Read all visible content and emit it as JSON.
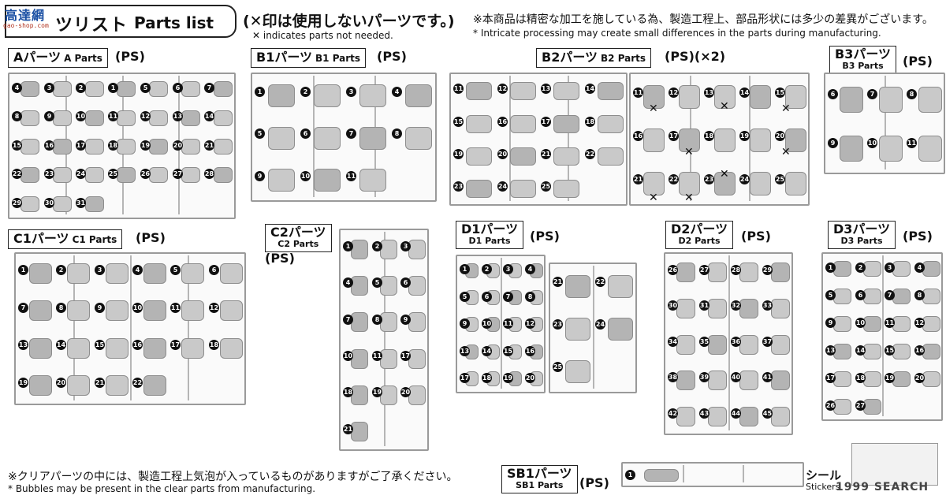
{
  "logo": {
    "kanji": "高達網",
    "url": "gao-shop.com"
  },
  "header": {
    "title_jp": "ツリスト",
    "title_en": "Parts list",
    "note_x_jp": "(✕印は使用しないパーツです。)",
    "note_x_en": "✕ indicates parts not needed.",
    "note_mfg_jp": "※本商品は精密な加工を施している為、製造工程上、部品形状には多少の差異がございます。",
    "note_mfg_en": "* Intricate processing may create small differences in the parts during manufacturing."
  },
  "sections": {
    "a": {
      "label_jp": "Aパーツ",
      "label_en": "A Parts",
      "material": "(PS)",
      "numbers": [
        "4",
        "3",
        "2",
        "1",
        "5",
        "6",
        "7",
        "8",
        "9",
        "10",
        "11",
        "12",
        "13",
        "14",
        "15",
        "16",
        "17",
        "18",
        "19",
        "20",
        "21",
        "22",
        "23",
        "24",
        "25",
        "26",
        "27",
        "28",
        "29",
        "30",
        "31"
      ]
    },
    "b1": {
      "label_jp": "B1パーツ",
      "label_en": "B1 Parts",
      "material": "(PS)",
      "numbers": [
        "1",
        "2",
        "3",
        "4",
        "5",
        "6",
        "7",
        "8",
        "9",
        "10",
        "11"
      ]
    },
    "b2": {
      "label_jp": "B2パーツ",
      "label_en": "B2 Parts",
      "material": "(PS)(×2)",
      "numbers": [
        "11",
        "12",
        "13",
        "14",
        "15",
        "16",
        "17",
        "18",
        "19",
        "20",
        "21",
        "22",
        "23",
        "24",
        "25"
      ]
    },
    "b3": {
      "label_jp": "B3パーツ",
      "label_en": "B3 Parts",
      "material": "(PS)",
      "numbers": [
        "6",
        "7",
        "8",
        "9",
        "10",
        "11"
      ]
    },
    "c1": {
      "label_jp": "C1パーツ",
      "label_en": "C1 Parts",
      "material": "(PS)",
      "numbers": [
        "1",
        "2",
        "3",
        "4",
        "5",
        "6",
        "7",
        "8",
        "9",
        "10",
        "11",
        "12",
        "13",
        "14",
        "15",
        "16",
        "17",
        "18",
        "19",
        "20",
        "21",
        "22"
      ]
    },
    "c2": {
      "label_jp": "C2パーツ",
      "label_en": "C2 Parts",
      "material": "(PS)",
      "numbers": [
        "1",
        "2",
        "3",
        "4",
        "5",
        "6",
        "7",
        "8",
        "9",
        "10",
        "11",
        "17",
        "18",
        "19",
        "20",
        "21"
      ]
    },
    "d1": {
      "label_jp": "D1パーツ",
      "label_en": "D1 Parts",
      "material": "(PS)",
      "numbers": [
        "1",
        "2",
        "3",
        "4",
        "5",
        "6",
        "7",
        "8",
        "9",
        "10",
        "11",
        "12",
        "13",
        "14",
        "15",
        "16",
        "17",
        "18",
        "19",
        "20",
        "21",
        "22",
        "23",
        "24",
        "25"
      ]
    },
    "d2": {
      "label_jp": "D2パーツ",
      "label_en": "D2 Parts",
      "material": "(PS)",
      "numbers": [
        "26",
        "27",
        "28",
        "29",
        "30",
        "31",
        "32",
        "33",
        "34",
        "35",
        "36",
        "37",
        "38",
        "39",
        "40",
        "41",
        "42",
        "43",
        "44",
        "45"
      ]
    },
    "d3": {
      "label_jp": "D3パーツ",
      "label_en": "D3 Parts",
      "material": "(PS)",
      "numbers": [
        "1",
        "2",
        "3",
        "4",
        "5",
        "6",
        "7",
        "8",
        "9",
        "10",
        "11",
        "12",
        "13",
        "14",
        "15",
        "16",
        "17",
        "18",
        "19",
        "20",
        "26",
        "27"
      ]
    },
    "sb1": {
      "label_jp": "SB1パーツ",
      "label_en": "SB1 Parts",
      "material": "(PS)",
      "numbers": [
        "1"
      ]
    }
  },
  "stickers": {
    "label_jp": "シール",
    "label_en": "Stickers"
  },
  "footer": {
    "bubble_jp": "※クリアパーツの中には、製造工程上気泡が入っているものがありますがご了承ください。",
    "bubble_en": "* Bubbles may be present in the clear parts from manufacturing."
  },
  "watermark": "1999 SEARCH"
}
